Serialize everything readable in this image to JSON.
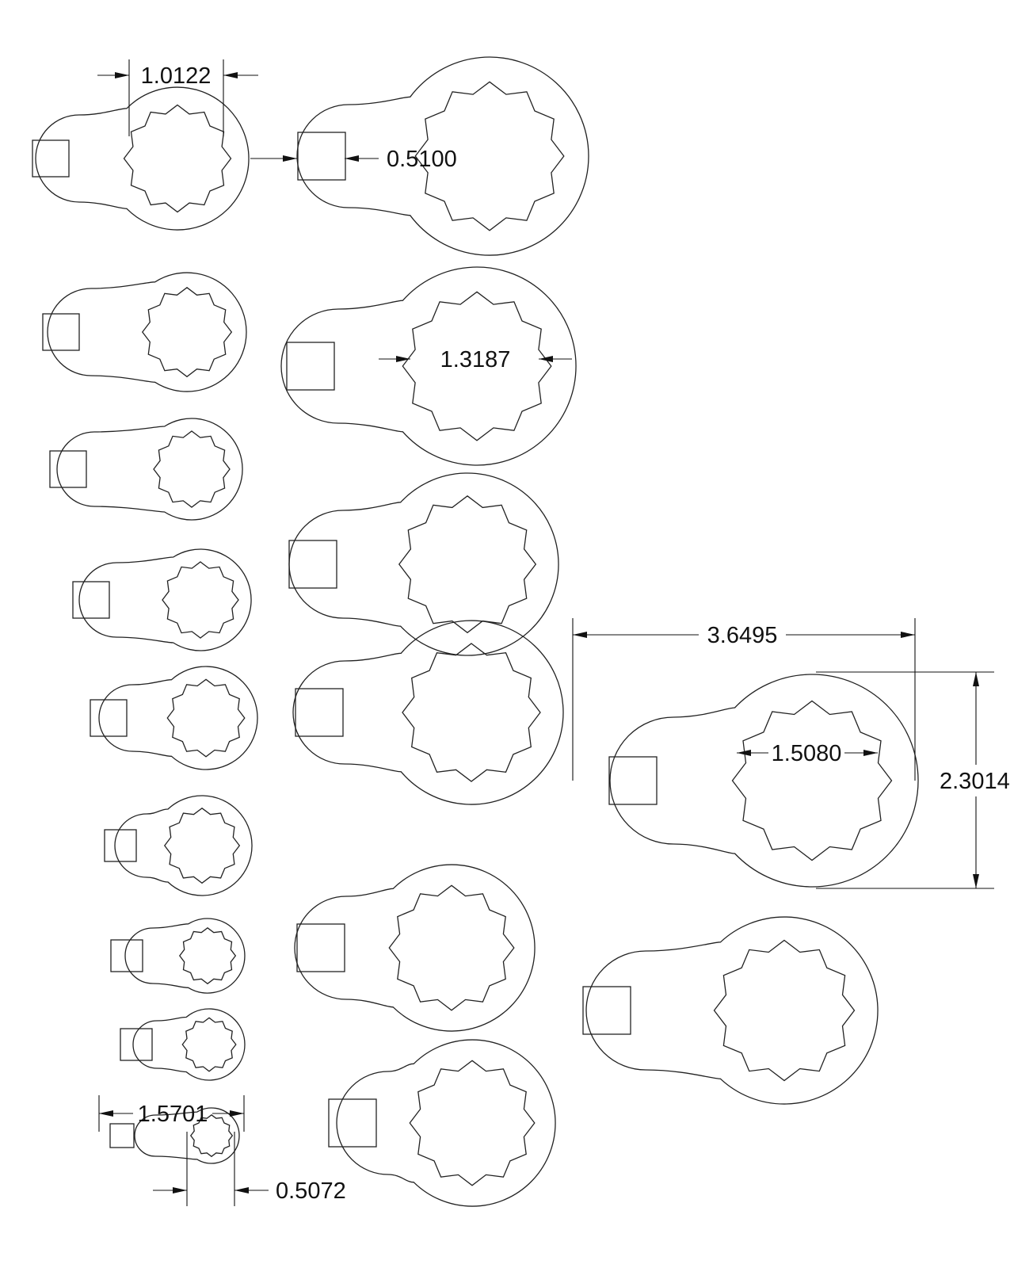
{
  "dimensions": {
    "top_left_width": "1.0122",
    "small_square": "0.5100",
    "mid_opening": "1.3187",
    "overall_length": "3.6495",
    "overall_height": "2.3014",
    "large_opening": "1.5080",
    "smallest_length": "1.5701",
    "smallest_opening": "0.5072"
  }
}
